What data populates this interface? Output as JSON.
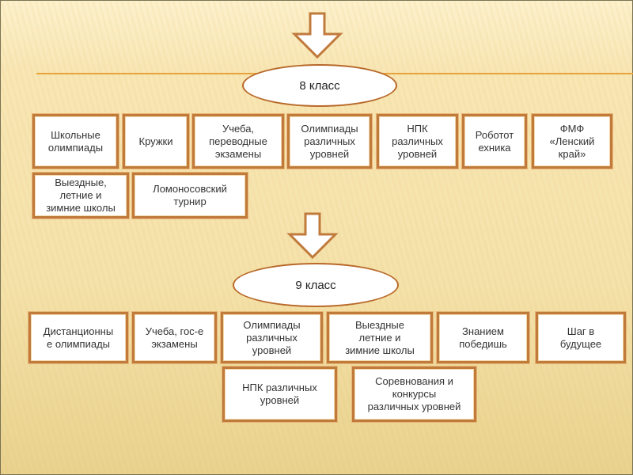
{
  "colors": {
    "accent_line": "#e8a43a",
    "box_border": "#c07a3c",
    "ellipse_border": "#b8692a",
    "background": "#f5e2aa"
  },
  "grade8": {
    "title": "8 класс",
    "arrow_icon": "down-arrow",
    "items": [
      "Школьные олимпиады",
      "Кружки",
      "Учеба, переводные экзамены",
      "Олимпиады различных уровней",
      "НПК различных уровней",
      "Робототехника",
      "ФМФ «Ленский край»",
      "Выездные, летние и зимние школы",
      "Ломоносовский турнир"
    ],
    "items_display": [
      [
        "Школьные",
        "олимпиады"
      ],
      [
        "Кружки"
      ],
      [
        "Учеба,",
        "переводные",
        "экзамены"
      ],
      [
        "Олимпиады",
        "различных",
        "уровней"
      ],
      [
        "НПК",
        "различных",
        "уровней"
      ],
      [
        "Роботот",
        "ехника"
      ],
      [
        "ФМФ",
        "«Ленский",
        "край»"
      ],
      [
        "Выездные,",
        "летние и",
        "зимние школы"
      ],
      [
        "Ломоносовский",
        "турнир"
      ]
    ]
  },
  "grade9": {
    "title": "9 класс",
    "arrow_icon": "down-arrow",
    "items": [
      "Дистанционные олимпиады",
      "Учеба, гос-е экзамены",
      "Олимпиады различных уровней",
      "Выездные летние и зимние школы",
      "Знанием победишь",
      "Шаг в будущее",
      "НПК различных уровней",
      "Соревнования и конкурсы различных уровней"
    ],
    "items_display": [
      [
        "Дистанционны",
        "е олимпиады"
      ],
      [
        "Учеба, гос-е",
        "экзамены"
      ],
      [
        "Олимпиады",
        "различных",
        "уровней"
      ],
      [
        "Выездные",
        "летние и",
        "зимние школы"
      ],
      [
        "Знанием",
        "победишь"
      ],
      [
        "Шаг в",
        "будущее"
      ],
      [
        "НПК различных",
        "уровней"
      ],
      [
        "Соревнования и",
        "конкурсы",
        "различных уровней"
      ]
    ]
  }
}
